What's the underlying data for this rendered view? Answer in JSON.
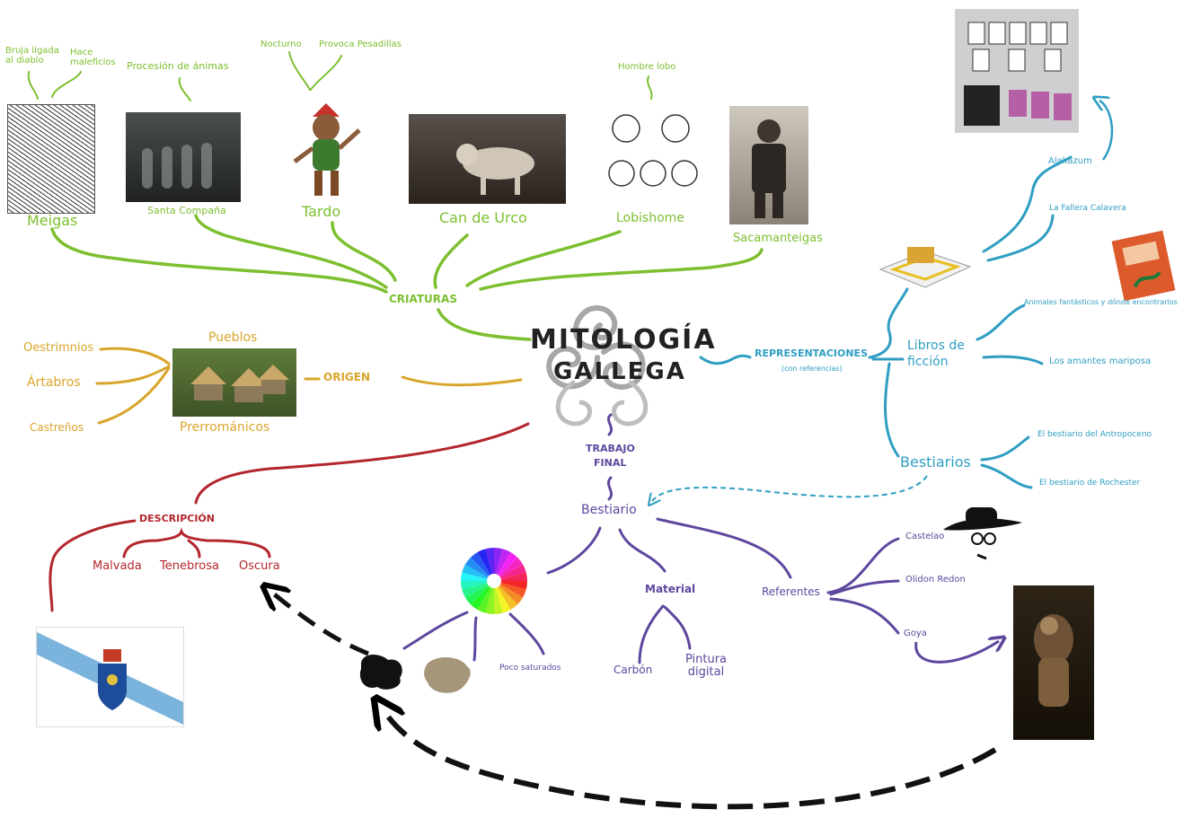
{
  "center": {
    "line1": "MITOLOGÍA",
    "line2": "GALLEGA"
  },
  "criaturas": {
    "label": "CRIATURAS",
    "meigas": {
      "label": "Meigas",
      "notes": [
        "Bruja ligada al diablo",
        "Hace maleficios"
      ]
    },
    "santa_compana": {
      "label": "Santa Compaña",
      "note": "Procesión de ánimas"
    },
    "tardo": {
      "label": "Tardo",
      "notes": [
        "Nocturno",
        "Provoca Pesadillas"
      ]
    },
    "can_de_urco": {
      "label": "Can de Urco"
    },
    "lobishome": {
      "label": "Lobishome",
      "note": "Hombre lobo"
    },
    "sacamanteigas": {
      "label": "Sacamanteigas"
    }
  },
  "origen": {
    "label": "ORIGEN",
    "top": "Pueblos",
    "bottom": "Prerrománicos",
    "peoples": [
      "Oestrimnios",
      "Ártabros",
      "Castreños"
    ]
  },
  "representaciones": {
    "label": "REPRESENTACIONES",
    "sub": "(con referencias)",
    "libros": {
      "label1": "Libros de",
      "label2": "ficción",
      "items": [
        "Alakazum",
        "La Fallera Calavera",
        "Animales fantásticos y dónde encontrarlos",
        "Los amantes mariposa"
      ]
    },
    "bestiarios": {
      "label": "Bestiarios",
      "items": [
        "El bestiario del Antropoceno",
        "El bestiario de Rochester"
      ]
    }
  },
  "trabajo": {
    "line1": "TRABAJO",
    "line2": "FINAL"
  },
  "bestiario": {
    "label": "Bestiario",
    "colores": {
      "note": "Poco saturados"
    },
    "material": {
      "label": "Material",
      "items": [
        "Carbón",
        "Pintura digital"
      ]
    },
    "referentes": {
      "label": "Referentes",
      "items": [
        "Castelao",
        "Olidon Redon",
        "Goya"
      ]
    }
  },
  "descripcion": {
    "label": "DESCRIPCIÓN",
    "items": [
      "Malvada",
      "Tenebrosa",
      "Oscura"
    ]
  },
  "colors": {
    "green": "#7cbf2f",
    "yellow": "#d8a52a",
    "blue": "#2f9ec2",
    "purple": "#5e479e",
    "red": "#b3262d"
  }
}
